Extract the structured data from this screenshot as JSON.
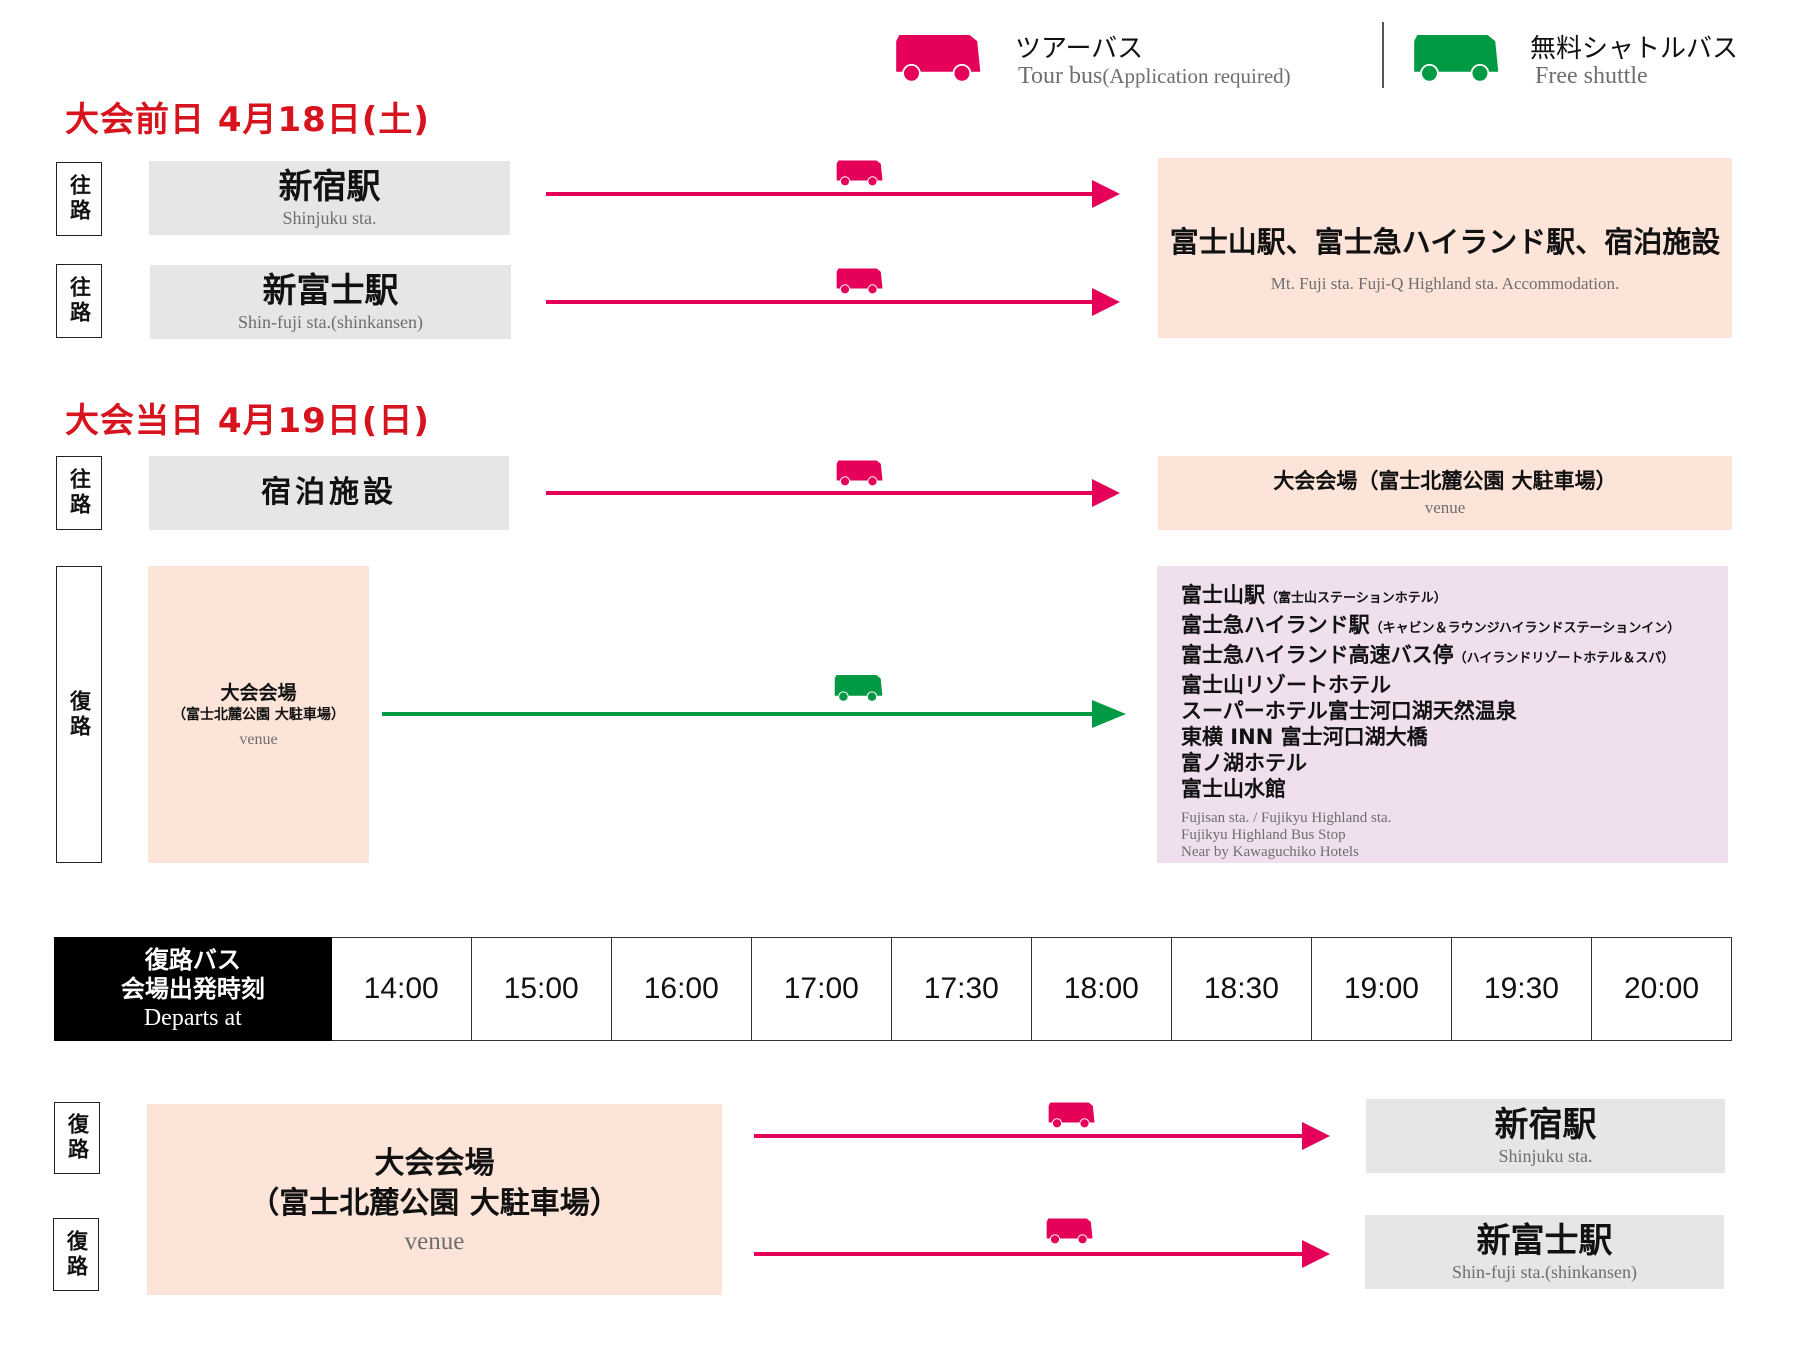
{
  "legend": {
    "tour_bus": {
      "jp": "ツアーバス",
      "en_main": "Tour bus",
      "en_note": "(Application required)",
      "color": "#e5005a",
      "icon": "tour-bus-icon"
    },
    "shuttle": {
      "jp": "無料シャトルバス",
      "en": "Free shuttle",
      "color": "#009a44",
      "icon": "shuttle-bus-icon"
    }
  },
  "day1": {
    "heading": "大会前日  4月18日(土)",
    "routes": [
      {
        "direction": "往路",
        "from_jp": "新宿駅",
        "from_en": "Shinjuku sta.",
        "bus": "tour"
      },
      {
        "direction": "往路",
        "from_jp": "新富士駅",
        "from_en": "Shin-fuji sta.(shinkansen)",
        "bus": "tour"
      }
    ],
    "destination": {
      "jp": "富士山駅、富士急ハイランド駅、宿泊施設",
      "en": "Mt. Fuji sta. Fuji-Q Highland sta. Accommodation."
    }
  },
  "day2": {
    "heading": "大会当日  4月19日(日)",
    "outbound": {
      "direction": "往路",
      "from_jp": "宿泊施設",
      "to_jp": "大会会場（富士北麓公園 大駐車場）",
      "to_en": "venue",
      "bus": "tour"
    },
    "return": {
      "direction": "復路",
      "from_jp_1": "大会会場",
      "from_jp_2": "（富士北麓公園 大駐車場）",
      "from_en": "venue",
      "bus": "shuttle",
      "destinations": [
        {
          "name": "富士山駅",
          "note": "（富士山ステーションホテル）"
        },
        {
          "name": "富士急ハイランド駅",
          "note": "（キャビン＆ラウンジハイランドステーションイン）"
        },
        {
          "name": "富士急ハイランド高速バス停",
          "note": "（ハイランドリゾートホテル＆スパ）"
        },
        {
          "name": "富士山リゾートホテル",
          "note": ""
        },
        {
          "name": "スーパーホテル富士河口湖天然温泉",
          "note": ""
        },
        {
          "name": "東横 INN 富士河口湖大橋",
          "note": ""
        },
        {
          "name": "富ノ湖ホテル",
          "note": ""
        },
        {
          "name": "富士山水館",
          "note": ""
        }
      ],
      "destinations_en": [
        "Fujisan sta. / Fujikyu Highland sta.",
        "Fujikyu Highland Bus Stop",
        "Near by Kawaguchiko Hotels"
      ]
    }
  },
  "timetable": {
    "header_jp_1": "復路バス",
    "header_jp_2": "会場出発時刻",
    "header_en": "Departs at",
    "times": [
      "14:00",
      "15:00",
      "16:00",
      "17:00",
      "17:30",
      "18:00",
      "18:30",
      "19:00",
      "19:30",
      "20:00"
    ]
  },
  "return_tour": {
    "from_jp_1": "大会会場",
    "from_jp_2": "（富士北麓公園 大駐車場）",
    "from_en": "venue",
    "routes": [
      {
        "direction": "復路",
        "to_jp": "新宿駅",
        "to_en": "Shinjuku sta.",
        "bus": "tour"
      },
      {
        "direction": "復路",
        "to_jp": "新富士駅",
        "to_en": "Shin-fuji sta.(shinkansen)",
        "bus": "tour"
      }
    ]
  }
}
